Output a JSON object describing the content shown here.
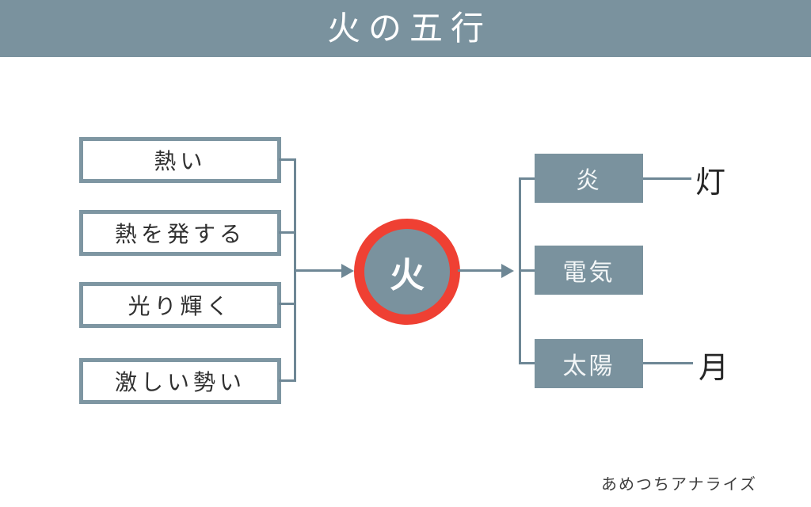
{
  "header": {
    "title": "火の五行"
  },
  "colors": {
    "accent_gray_blue": "#7a929e",
    "connector_line": "#6e8795",
    "attribute_box_border": "#7e96a2",
    "center_ring_red": "#ef4033",
    "dark_text": "#303030",
    "category_box_text": "#f3f6f7"
  },
  "center_node": {
    "label": "火"
  },
  "left_attributes": [
    {
      "label": "熱い"
    },
    {
      "label": "熱を発する"
    },
    {
      "label": "光り輝く"
    },
    {
      "label": "激しい勢い"
    }
  ],
  "right_categories": [
    {
      "label": "炎",
      "linked_label": "灯"
    },
    {
      "label": "電気",
      "linked_label": ""
    },
    {
      "label": "太陽",
      "linked_label": "月"
    }
  ],
  "footer": {
    "credit": "あめつちアナライズ"
  }
}
